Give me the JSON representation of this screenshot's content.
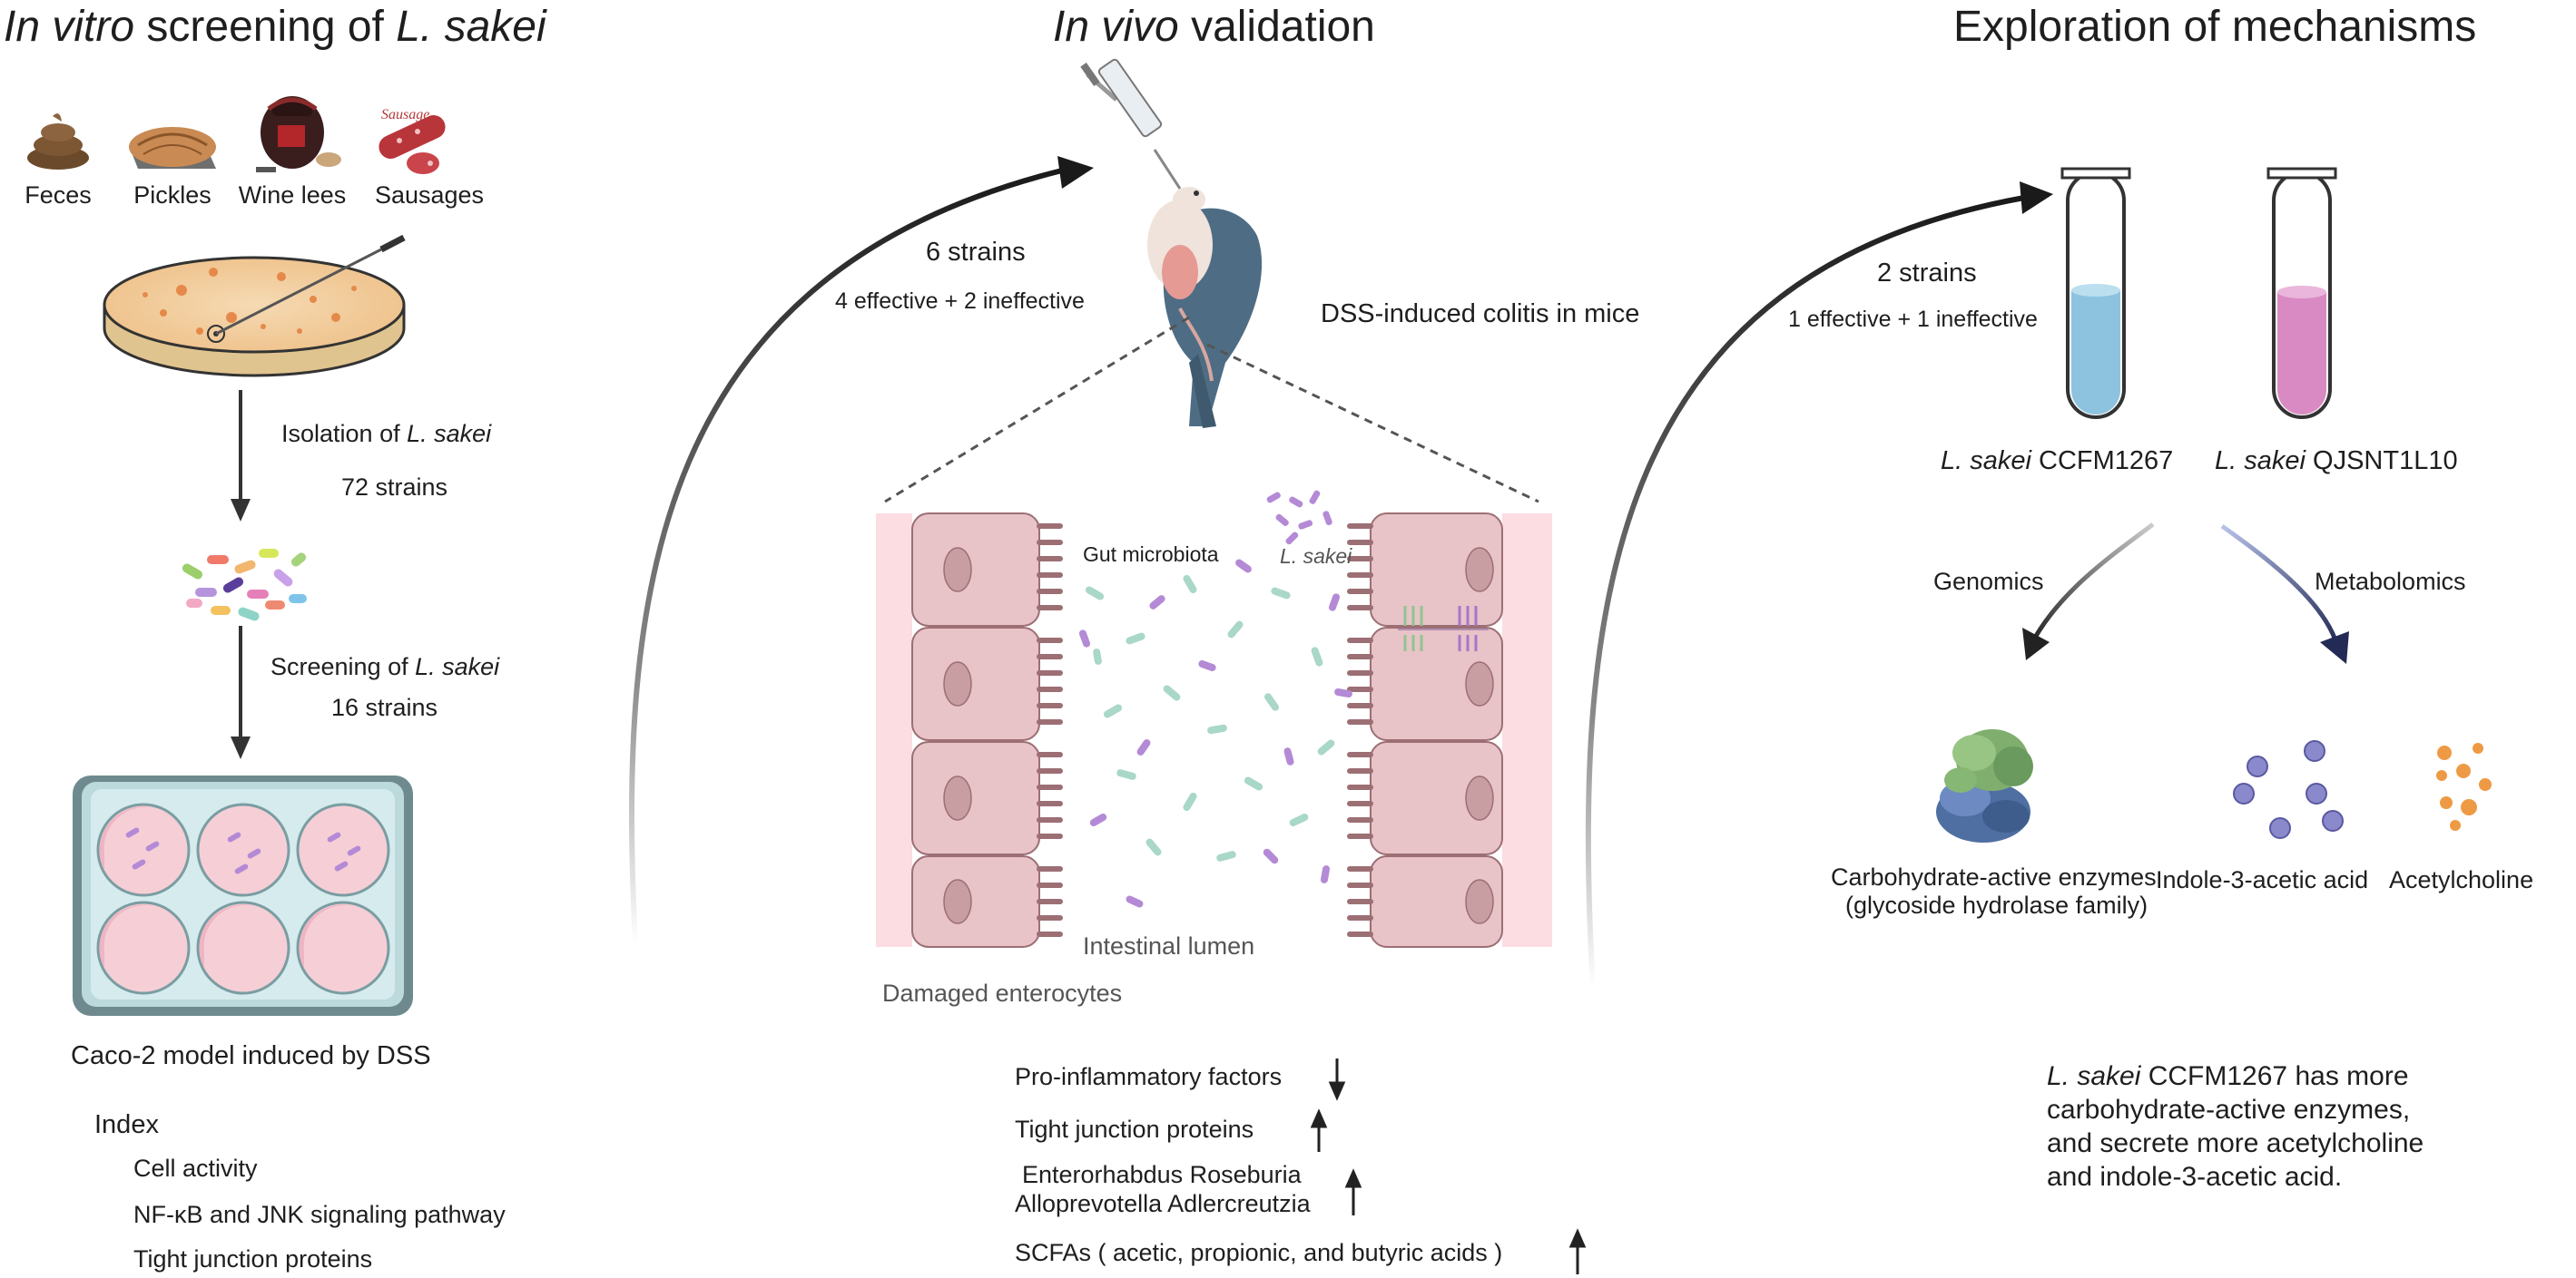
{
  "colors": {
    "dark": "#222222",
    "enterocyte": "#e8c3c7",
    "enterocyte_edge": "#9c6f74",
    "microbe_purple": "#b48ad6",
    "microbe_green": "#a9d7c8",
    "tube_blue": "#8dc3df",
    "tube_pink": "#d98ac3",
    "metabolite_indole": "#8a89cc",
    "metabolite_ach": "#ee9a45"
  },
  "panel1": {
    "title_italic": "In vitro",
    "title_rest": " screening of ",
    "title_species": "L. sakei",
    "sources": [
      "Feces",
      "Pickles",
      "Wine lees",
      "Sausages"
    ],
    "sausage_tag": "Sausage",
    "isolation_text": "Isolation of ",
    "isolation_species": "L. sakei",
    "isolation_count": "72 strains",
    "screening_text": "Screening of ",
    "screening_species": "L. sakei",
    "screening_count": "16 strains",
    "model_label": "Caco-2 model induced by DSS",
    "index_title": "Index",
    "index_items": [
      "Cell activity",
      "NF-κB and JNK signaling pathway",
      "Tight junction proteins"
    ]
  },
  "panel2": {
    "title_italic": "In vivo",
    "title_rest": " validation",
    "strains": "6 strains",
    "strains_split": "4 effective + 2 ineffective",
    "mouse_label": "DSS-induced colitis in mice",
    "gut_microbiota": "Gut microbiota",
    "lsakei": "L. sakei",
    "lumen": "Intestinal lumen",
    "damaged": "Damaged enterocytes",
    "outcomes": [
      {
        "text": "Pro-inflammatory factors",
        "direction": "down"
      },
      {
        "text": "Tight junction proteins",
        "direction": "up"
      },
      {
        "text": "Enterorhabdus Roseburia",
        "text2": "Alloprevotella Adlercreutzia",
        "direction": "up"
      },
      {
        "text": "SCFAs ( acetic, propionic, and butyric acids )",
        "direction": "up"
      }
    ]
  },
  "panel3": {
    "title": "Exploration of mechanisms",
    "strains": "2 strains",
    "strains_split": "1 effective + 1 ineffective",
    "tube1_species": "L. sakei",
    "tube1_strain": " CCFM1267",
    "tube2_species": "L. sakei",
    "tube2_strain": " QJSNT1L10",
    "genomics": "Genomics",
    "metabolomics": "Metabolomics",
    "cazyme": "Carbohydrate-active enzymes",
    "cazyme_sub": "(glycoside hydrolase family)",
    "indole": "Indole-3-acetic acid",
    "ach": "Acetylcholine",
    "conclusion_species": "L. sakei",
    "conclusion_line1_rest": " CCFM1267 has more",
    "conclusion_line2": "carbohydrate-active enzymes,",
    "conclusion_line3": "and secrete more acetylcholine",
    "conclusion_line4": "and indole-3-acetic acid."
  }
}
